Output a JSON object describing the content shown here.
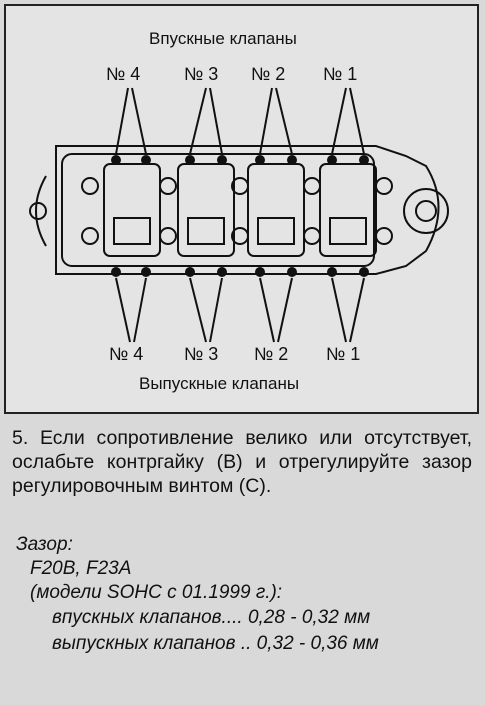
{
  "diagram": {
    "top_title": "Впускные клапаны",
    "bottom_title": "Выпускные клапаны",
    "top_labels": [
      "№ 4",
      "№ 3",
      "№ 2",
      "№ 1"
    ],
    "bottom_labels": [
      "№ 4",
      "№ 3",
      "№ 2",
      "№ 1"
    ]
  },
  "instructions": {
    "step": "5. Если сопротивление велико или отсутствует, ослабьте контргайку (В) и отрегулируйте зазор регулировочным винтом (С)."
  },
  "spec": {
    "heading": "Зазор:",
    "models": "F20B, F23A",
    "models_note": "(модели SOHC с 01.1999 г.):",
    "intake": "впускных клапанов.... 0,28 - 0,32 мм",
    "exhaust": "выпускных клапанов .. 0,32 - 0,36 мм"
  }
}
